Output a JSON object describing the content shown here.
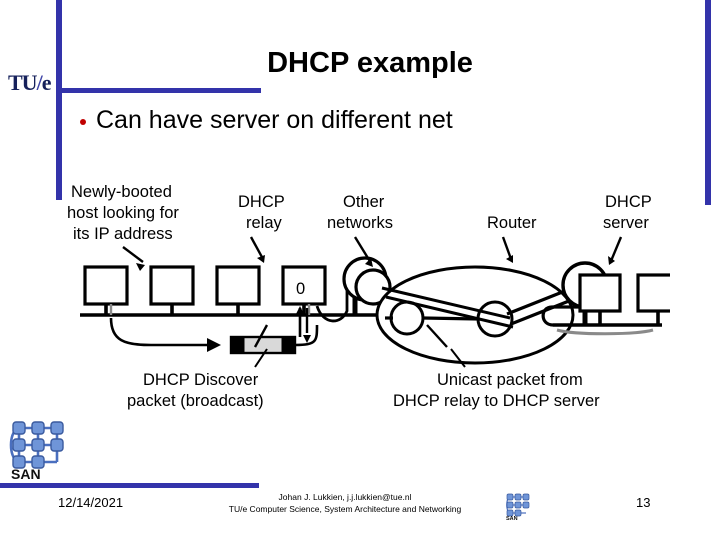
{
  "slide": {
    "title": "DHCP example",
    "page_number": "13",
    "accent_color": "#3333AA",
    "bullet_color": "#C00000",
    "bullets": [
      {
        "text": "Can have server on different net"
      }
    ]
  },
  "logo": {
    "tu": "TU",
    "slash": "/",
    "e": "e",
    "san_label": "SAN"
  },
  "diagram": {
    "labels": {
      "host": "Newly-booted\nhost looking for\nits IP address",
      "host_line1": "Newly-booted",
      "host_line2": "host looking for",
      "host_line3": "its IP address",
      "relay_line1": "DHCP",
      "relay_line2": "relay",
      "other_line1": "Other",
      "other_line2": "networks",
      "router": "Router",
      "server_line1": "DHCP",
      "server_line2": "server",
      "discover_line1": "DHCP Discover",
      "discover_line2": "packet (broadcast)",
      "unicast_line1": "Unicast packet from",
      "unicast_line2": "DHCP relay to DHCP server",
      "relay_box_text": "0"
    }
  },
  "footer": {
    "date": "12/14/2021",
    "author_line": "Johan J. Lukkien, j.j.lukkien@tue.nl",
    "affiliation_line": "TU/e Computer Science, System Architecture and Networking",
    "page": "13"
  }
}
